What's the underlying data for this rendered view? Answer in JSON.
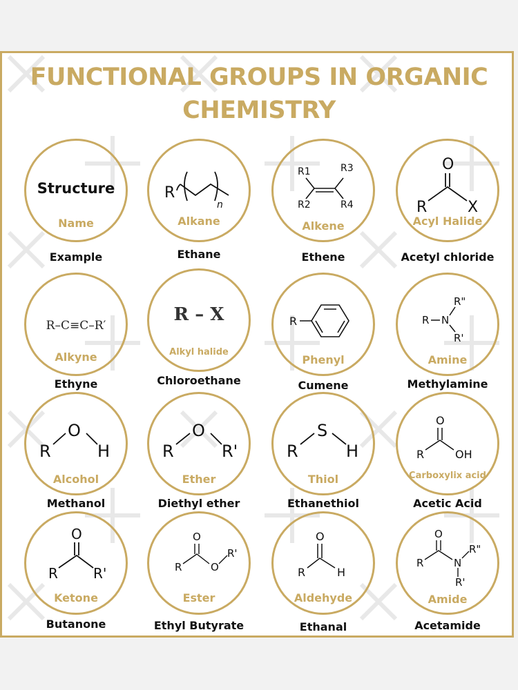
{
  "title_line1": "FUNCTIONAL GROUPS IN ORGANIC",
  "title_line2": "CHEMISTRY",
  "legend": {
    "structure": "Structure",
    "name": "Name",
    "example": "Example"
  },
  "groups": [
    {
      "name": "Alkane",
      "example": "Ethane"
    },
    {
      "name": "Alkene",
      "example": "Ethene"
    },
    {
      "name": "Acyl Halide",
      "example": "Acetyl chloride"
    },
    {
      "name": "Alkyne",
      "example": "Ethyne"
    },
    {
      "name": "Alkyl halide",
      "example": "Chloroethane"
    },
    {
      "name": "Phenyl",
      "example": "Cumene"
    },
    {
      "name": "Amine",
      "example": "Methylamine"
    },
    {
      "name": "Alcohol",
      "example": "Methanol"
    },
    {
      "name": "Ether",
      "example": "Diethyl ether"
    },
    {
      "name": "Thiol",
      "example": "Ethanethiol"
    },
    {
      "name": "Carboxylix acid",
      "example": "Acetic Acid"
    },
    {
      "name": "Ketone",
      "example": "Butanone"
    },
    {
      "name": "Ester",
      "example": "Ethyl Butyrate"
    },
    {
      "name": "Aldehyde",
      "example": "Ethanal"
    },
    {
      "name": "Amide",
      "example": "Acetamide"
    }
  ],
  "labels": {
    "R": "R",
    "Rp": "R'",
    "Rpp": "R\"",
    "X": "X",
    "O": "O",
    "H": "H",
    "S": "S",
    "N": "N",
    "n": "n",
    "OH": "OH",
    "R1": "R1",
    "R2": "R2",
    "R3": "R3",
    "R4": "R4",
    "alkyne_formula": "R–C≡C–R′",
    "alkyl_halide_formula": "R – X"
  },
  "colors": {
    "gold": "#c9aa62",
    "text": "#111111",
    "background": "#ffffff"
  }
}
